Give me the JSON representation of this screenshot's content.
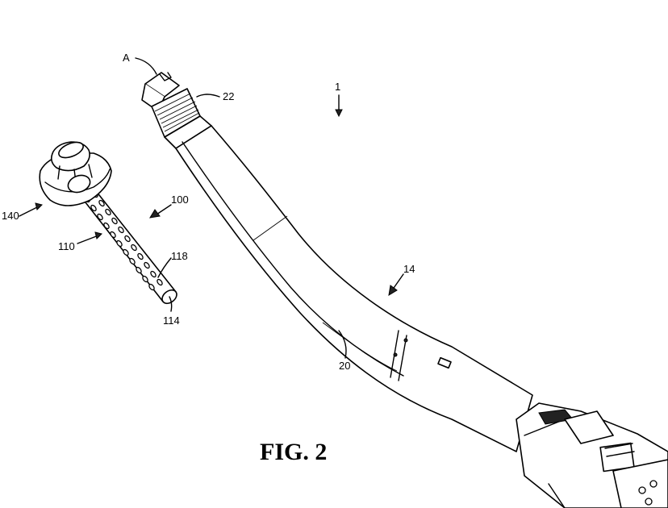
{
  "figure": {
    "caption": "FIG. 2",
    "labels": {
      "a": "A",
      "ref_22": "22",
      "ref_1": "1",
      "ref_100": "100",
      "ref_140": "140",
      "ref_110": "110",
      "ref_118": "118",
      "ref_114": "114",
      "ref_14": "14",
      "ref_20": "20"
    }
  }
}
